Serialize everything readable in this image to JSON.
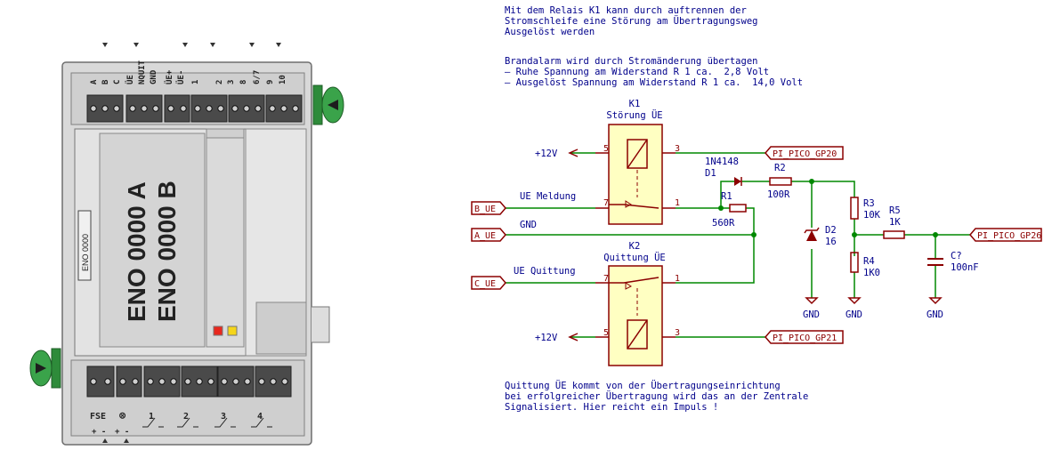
{
  "device": {
    "model_a": "ENO 0000 A",
    "model_b": "ENO 0000 B",
    "side_label": "ENO 0000",
    "top_terminals": [
      "A",
      "B",
      "C",
      "ÜE",
      "NQUIT",
      "GND",
      "ÜE+",
      "ÜE-",
      "1",
      "2",
      "3",
      "8",
      "6/7",
      "9",
      "10"
    ],
    "bottom_labels": [
      "FSE",
      "⊗",
      "1",
      "2",
      "3",
      "4"
    ],
    "bottom_signs": [
      "+ -",
      "+ -"
    ],
    "led_colors": [
      "#e8281e",
      "#f5d51a"
    ]
  },
  "notes": {
    "note1": "Mit dem Relais K1 kann durch auftrennen der\nStromschleife eine Störung am Übertragungsweg\nAusgelöst werden",
    "note2": "Brandalarm wird durch Stromänderung übertagen\n– Ruhe Spannung am Widerstand R 1 ca.  2,8 Volt\n– Ausgelöst Spannung am Widerstand R 1 ca.  14,0 Volt",
    "note3": "Quittung ÜE kommt von der Übertragungseinrichtung\nbei erfolgreicher Übertragung wird das an der Zentrale\nSignalisiert. Hier reicht ein Impuls !"
  },
  "schematic": {
    "k1": {
      "ref": "K1",
      "value": "Störung ÜE",
      "pins": [
        "5",
        "3",
        "7",
        "1"
      ]
    },
    "k2": {
      "ref": "K2",
      "value": "Quittung ÜE",
      "pins": [
        "7",
        "1",
        "5",
        "3"
      ]
    },
    "power": {
      "k1": "+12V",
      "k2": "+12V"
    },
    "labels": {
      "gp20": "PI_PICO_GP20",
      "gp21": "PI_PICO_GP21",
      "gp26": "PI_PICO_GP26",
      "b_ue": "B_UE",
      "a_ue": "A_UE",
      "c_ue": "C_UE"
    },
    "nets": {
      "ue_meldung": "UE Meldung",
      "gnd": "GND",
      "ue_quittung": "UE Quittung"
    },
    "d1": {
      "ref": "D1",
      "value": "1N4148"
    },
    "r1": {
      "ref": "R1",
      "value": "560R"
    },
    "r2": {
      "ref": "R2",
      "value": "100R"
    },
    "r3": {
      "ref": "R3",
      "value": "10K"
    },
    "r4": {
      "ref": "R4",
      "value": "1K0"
    },
    "r5": {
      "ref": "R5",
      "value": "1K"
    },
    "d2": {
      "ref": "D2",
      "value": "16"
    },
    "c": {
      "ref": "C?",
      "value": "100nF"
    },
    "gnd_symbols": [
      "GND",
      "GND",
      "GND"
    ]
  },
  "colors": {
    "wire": "#008800",
    "component": "#8b0000",
    "text": "#00008b",
    "relay_fill": "#ffffc2"
  }
}
